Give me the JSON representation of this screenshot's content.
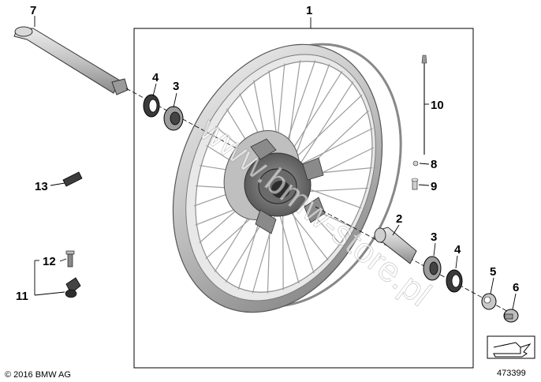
{
  "diagram": {
    "callouts": {
      "c1": "1",
      "c7": "7",
      "c4a": "4",
      "c3a": "3",
      "c10": "10",
      "c8": "8",
      "c9": "9",
      "c13": "13",
      "c2": "2",
      "c3b": "3",
      "c4b": "4",
      "c12": "12",
      "c11": "11",
      "c5": "5",
      "c6": "6"
    },
    "copyright": "© 2016 BMW AG",
    "reference_number": "473399",
    "watermark": "www.bmw-store.pl"
  },
  "colors": {
    "outline": "#000000",
    "part_light": "#d4d4d4",
    "part_mid": "#a9a9a9",
    "part_dark": "#555555",
    "background": "#ffffff"
  },
  "icons": [
    "arrow-flag-icon"
  ]
}
